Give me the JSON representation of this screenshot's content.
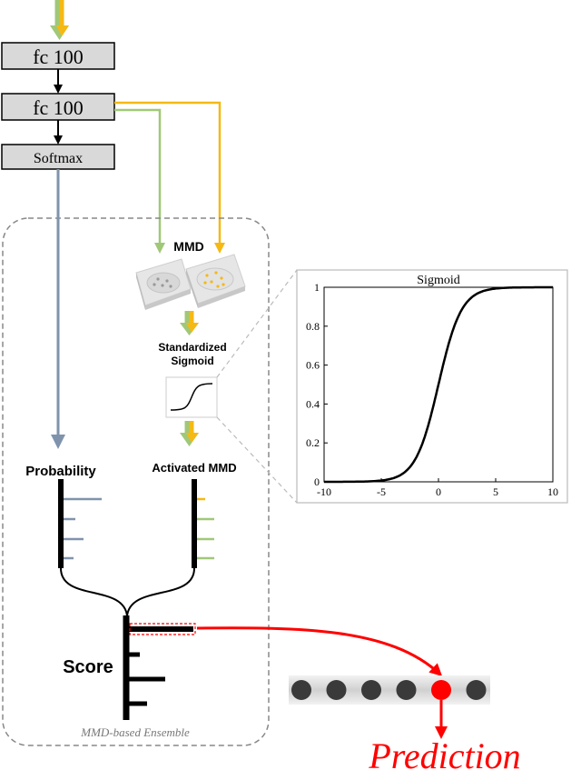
{
  "layers": [
    {
      "label": "fc 100"
    },
    {
      "label": "fc 100"
    },
    {
      "label": "Softmax"
    }
  ],
  "mmd_label": "MMD",
  "standardized_sigmoid_label": [
    "Standardized",
    "Sigmoid"
  ],
  "probability_label": "Probability",
  "activated_mmd_label": "Activated MMD",
  "score_label": "Score",
  "ensemble_label": "MMD-based Ensemble",
  "prediction_label": "Prediction",
  "prediction_dots": 6,
  "prediction_highlight_index": 4,
  "colors": {
    "green": "#a0c878",
    "yellow": "#f5b914",
    "blue_gray": "#7f93ad",
    "red": "#ff0000",
    "box_fill": "#d9d9d9",
    "dot": "#3a3a3a"
  },
  "chart_data": {
    "type": "line",
    "title": "Sigmoid",
    "function": "1/(1+exp(-x))",
    "xlim": [
      -10,
      10
    ],
    "ylim": [
      0,
      1
    ],
    "xticks": [
      -10,
      -5,
      0,
      5,
      10
    ],
    "yticks": [
      0,
      0.2,
      0.4,
      0.6,
      0.8,
      1
    ],
    "xtick_labels": [
      "-10",
      "-5",
      "0",
      "5",
      "10"
    ],
    "ytick_labels": [
      "0",
      "0.2",
      "0.4",
      "0.6",
      "0.8",
      "1"
    ],
    "grid": false
  }
}
